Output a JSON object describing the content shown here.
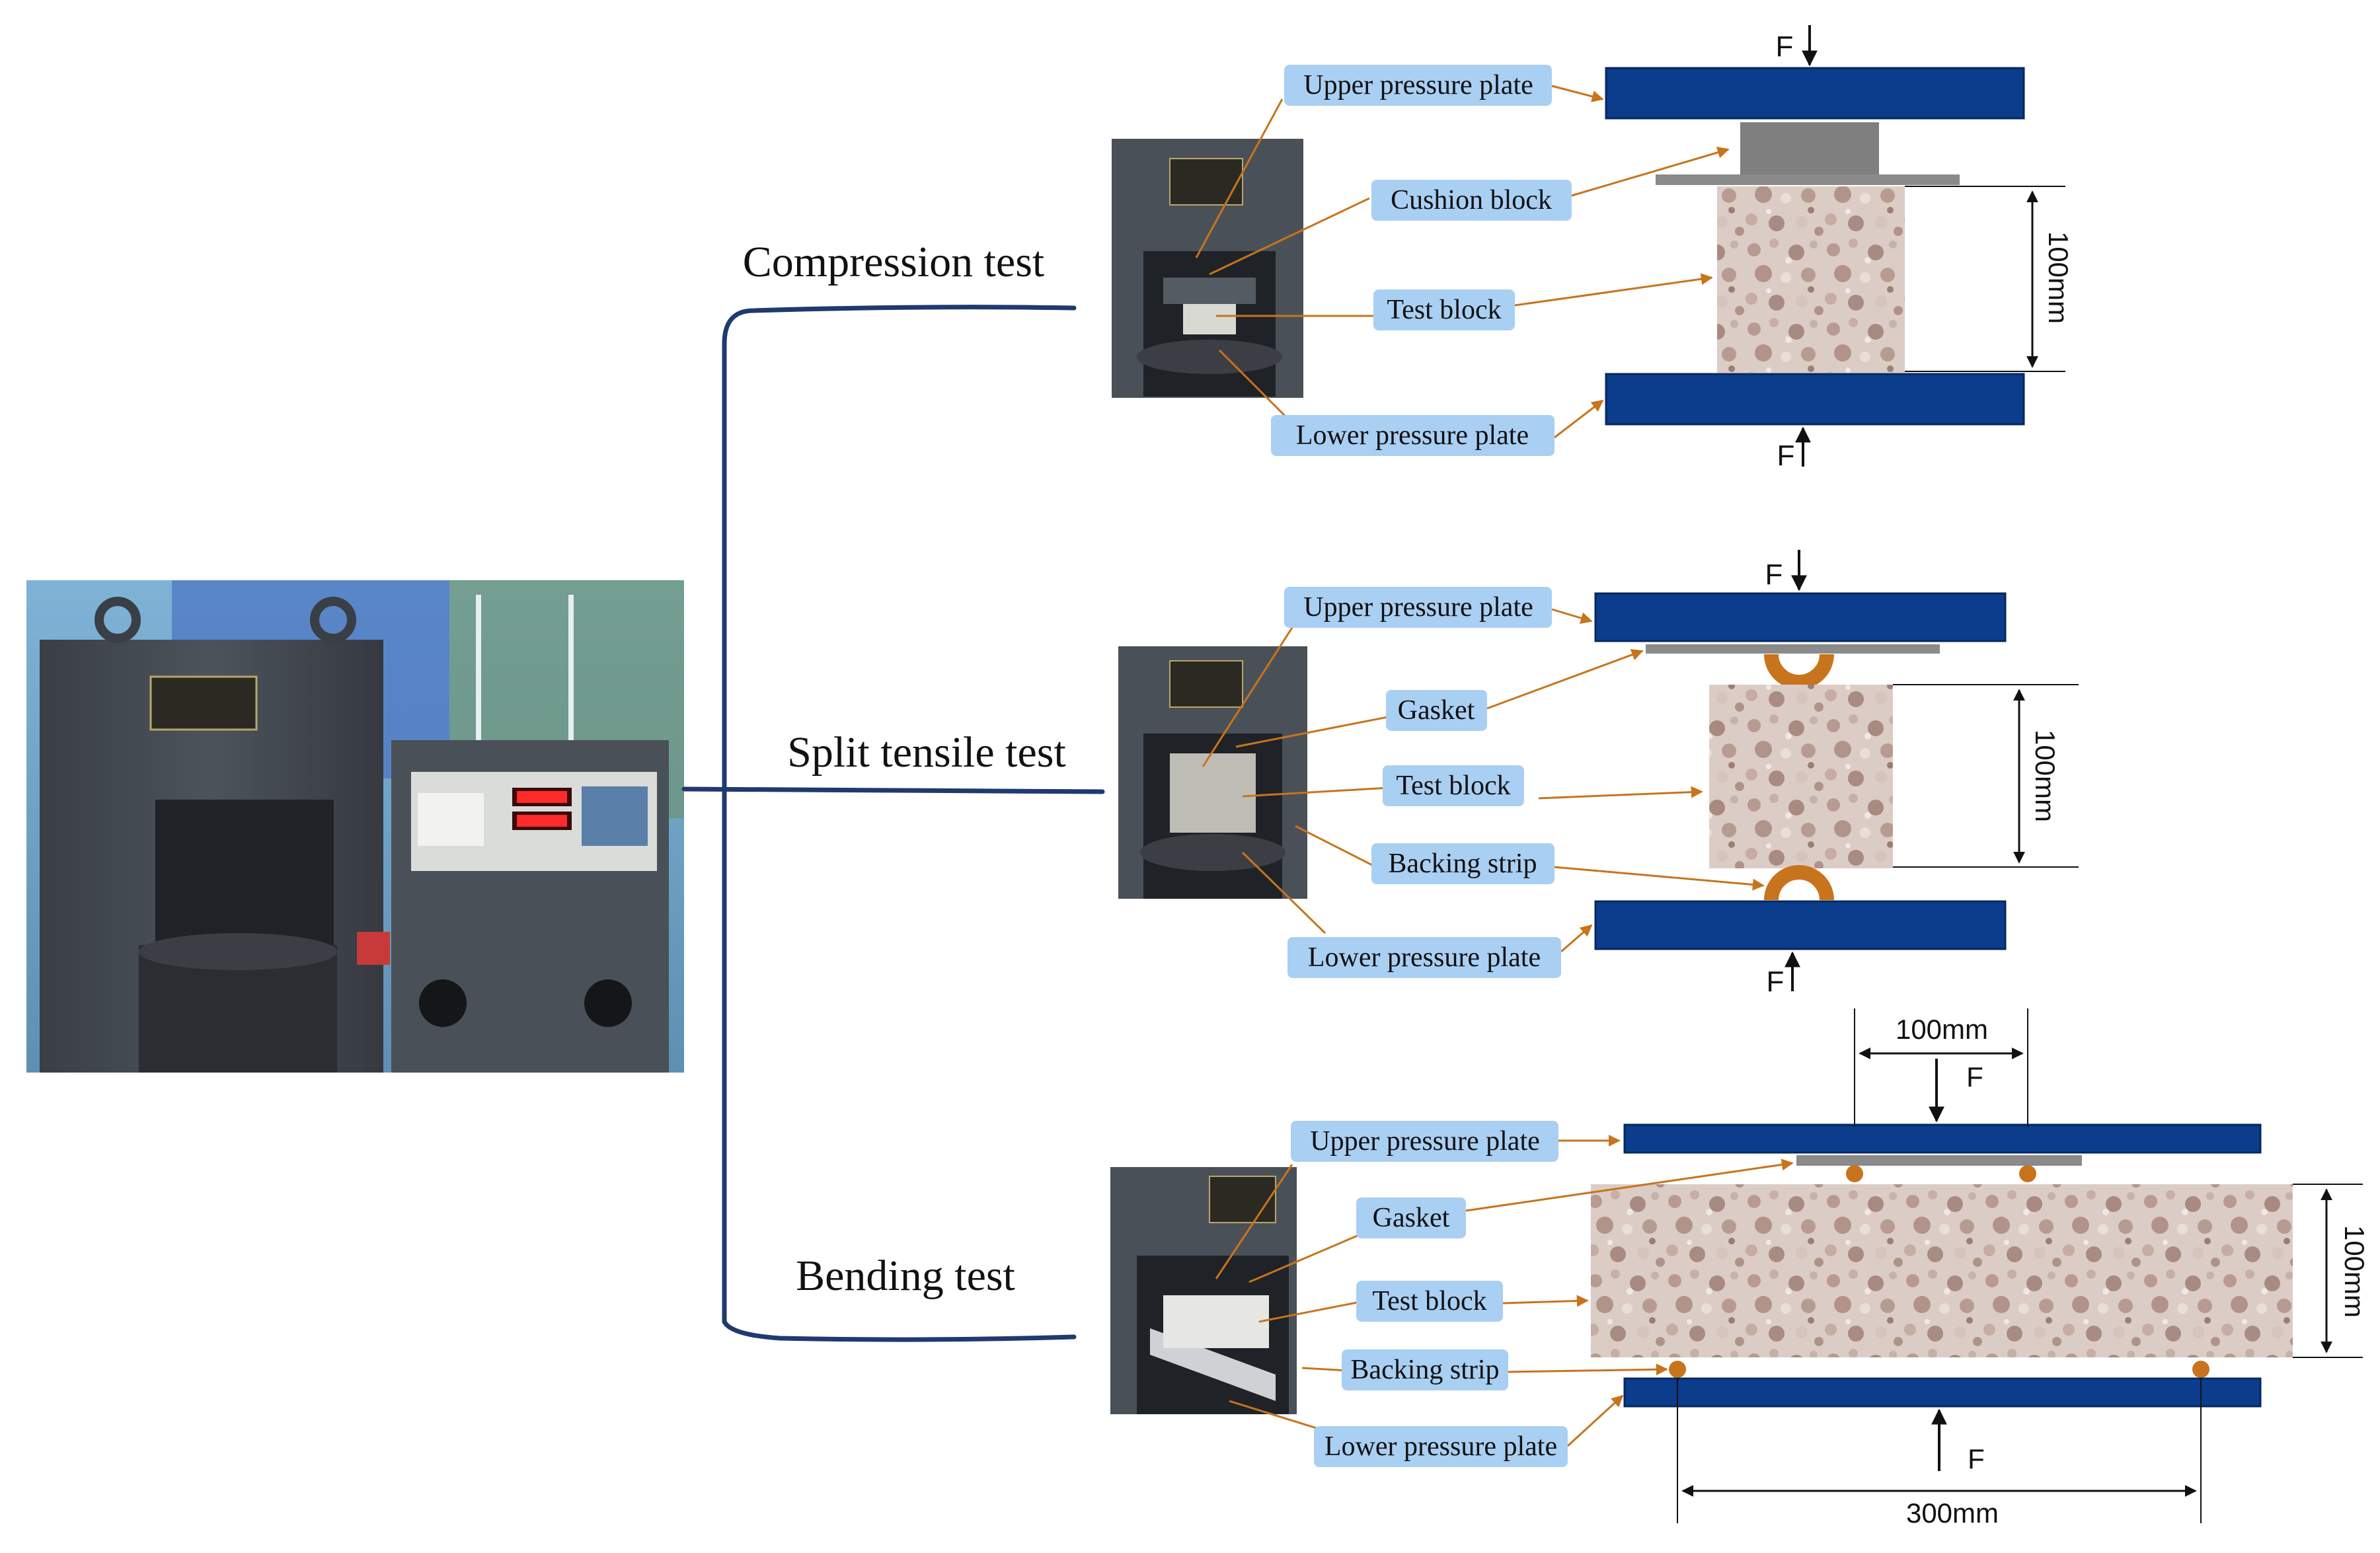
{
  "tests": {
    "compression": {
      "title": "Compression test",
      "labels": {
        "upper": "Upper pressure plate",
        "cushion": "Cushion block",
        "block": "Test block",
        "lower": "Lower pressure plate"
      },
      "force_top": "F",
      "force_bottom": "F",
      "dimension": "100mm"
    },
    "split": {
      "title": "Split tensile test",
      "labels": {
        "upper": "Upper pressure plate",
        "gasket": "Gasket",
        "block": "Test block",
        "backing": "Backing strip",
        "lower": "Lower pressure plate"
      },
      "force_top": "F",
      "force_bottom": "F",
      "dimension": "100mm"
    },
    "bending": {
      "title": "Bending test",
      "labels": {
        "upper": "Upper pressure plate",
        "gasket": "Gasket",
        "block": "Test block",
        "backing": "Backing strip",
        "lower": "Lower pressure plate"
      },
      "force_top": "F",
      "force_bottom": "F",
      "dimension_top": "100mm",
      "dimension_height": "100mm",
      "dimension_span": "300mm"
    }
  },
  "colors": {
    "plate": "#0b3d8c",
    "plate_edge": "#06285e",
    "bracket": "#1f3a6e",
    "label_bg": "#a9cff3",
    "leader": "#c8741d",
    "support": "#c8741d",
    "gasket": "#8a8a8a",
    "concrete": "#d8c8c0"
  }
}
